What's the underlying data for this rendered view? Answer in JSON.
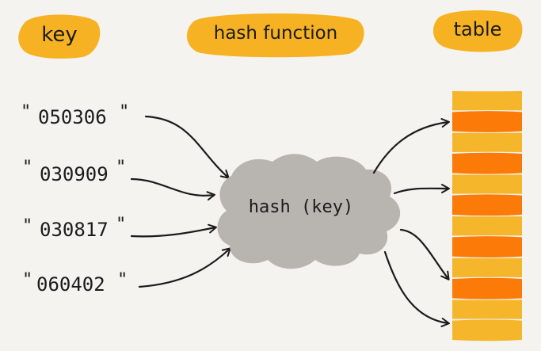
{
  "headers": {
    "key": "key",
    "hash_function": "hash function",
    "table": "table"
  },
  "keys": [
    {
      "value": "050306",
      "quote_open": "\"",
      "quote_close": "\""
    },
    {
      "value": "030909",
      "quote_open": "\"",
      "quote_close": "\""
    },
    {
      "value": "030817",
      "quote_open": "\"",
      "quote_close": "\""
    },
    {
      "value": "060402",
      "quote_open": "\"",
      "quote_close": "\""
    }
  ],
  "hash_label": "hash (key)",
  "colors": {
    "background": "#f4f3ef",
    "pill": "#f6b223",
    "cloud": "#b8b5b0",
    "table_light": "#f6b62c",
    "table_dark": "#fb7a08",
    "ink": "#1b1b1b"
  },
  "table_rows": [
    "light",
    "dark",
    "light",
    "dark",
    "light",
    "dark",
    "light",
    "dark",
    "light",
    "dark",
    "light",
    "light"
  ]
}
